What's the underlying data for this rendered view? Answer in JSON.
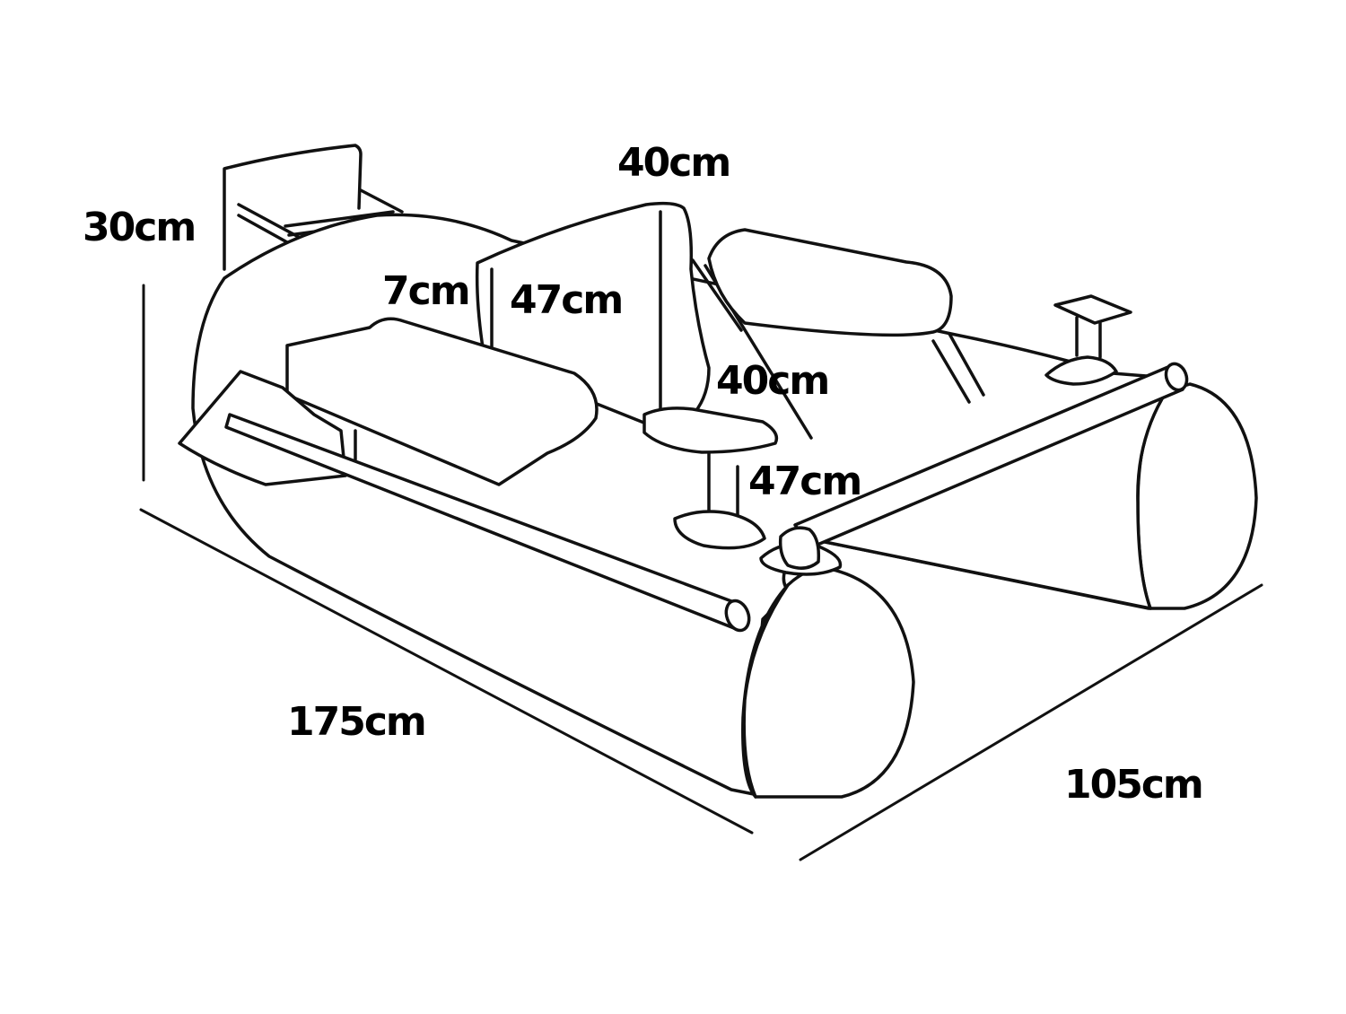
{
  "diagram": {
    "subject": "float-tube",
    "colors": {
      "line": "#111111",
      "background": "#ffffff"
    },
    "labels": {
      "backrest_height": "30cm",
      "backrest_width": "40cm",
      "cushion_thickness": "7cm",
      "backrest_depth": "47cm",
      "seat_width": "40cm",
      "seat_depth": "47cm",
      "length": "175cm",
      "width": "105cm"
    }
  }
}
